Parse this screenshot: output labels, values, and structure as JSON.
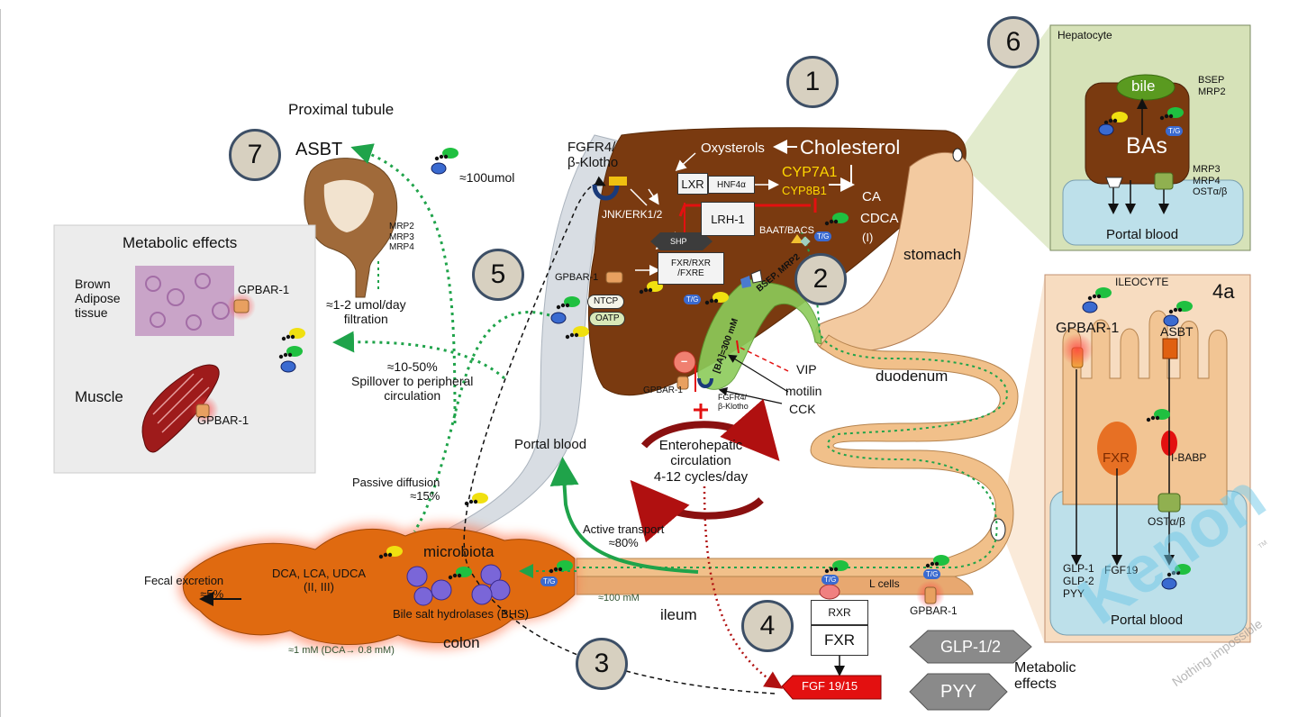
{
  "steps": [
    "1",
    "2",
    "3",
    "4",
    "5",
    "6",
    "7",
    "4a"
  ],
  "liver": {
    "oxysterols": "Oxysterols",
    "cholesterol": "Cholesterol",
    "cyp7a1": "CYP7A1",
    "cyp8b1": "CYP8B1",
    "ca": "CA",
    "cdca": "CDCA",
    "roman_i": "(I)",
    "lxr": "LXR",
    "hnf4a": "HNF4α",
    "lrh1": "LRH-1",
    "shp": "SHP",
    "fxr_rxr": "FXR/RXR\n/FXRE",
    "jnk": "JNK/ERK1/2",
    "baat": "BAAT/BACS",
    "bsep_mrp2": "BSEP, MRP2",
    "ntcp": "NTCP",
    "oatp": "OATP",
    "gpbar1": "GPBAR-1",
    "tg": "T/G",
    "fgfr4_klotho": "FGFR4/\nβ-Klotho"
  },
  "gallbladder": {
    "ba_conc": "[BA]=300 mM",
    "gpbar1": "GPBAR-1",
    "fgfr4": "FGFR4/\nβ-Klotho",
    "minus": "–"
  },
  "hormones": {
    "vip": "VIP",
    "motilin": "motilin",
    "cck": "CCK"
  },
  "organs": {
    "stomach": "stomach",
    "duodenum": "duodenum",
    "ileum": "ileum",
    "colon": "colon",
    "portal_blood": "Portal blood",
    "l_cells": "L cells",
    "ileum_conc": "≈100 mM"
  },
  "enterohepatic": "Enterohepatic\ncirculation\n4-12 cycles/day",
  "transport": {
    "active": "Active transport\n≈80%",
    "passive": "Passive diffusion\n≈15%",
    "fecal": "Fecal excretion\n≈5%"
  },
  "colon": {
    "secondary": "DCA, LCA, UDCA\n(II, III)",
    "microbiota": "microbiota",
    "bsh": "Bile salt hydrolases (BHS)",
    "conc": "≈1 mM (DCA→ 0.8 mM)"
  },
  "kidney": {
    "title": "Proximal tubule",
    "asbt": "ASBT",
    "amount": "≈100umol",
    "mrps": "MRP2\nMRP3\nMRP4",
    "filtration": "≈1-2 umol/day\nfiltration"
  },
  "spillover": "≈10-50%\nSpillover to peripheral\ncirculation",
  "metabolic_effects": {
    "title": "Metabolic effects",
    "bat": "Brown\nAdipose\ntissue",
    "gpbar1_bat": "GPBAR-1",
    "muscle": "Muscle",
    "gpbar1_muscle": "GPBAR-1"
  },
  "hepatocyte": {
    "title": "Hepatocyte",
    "bile": "bile",
    "bas": "BAs",
    "bsep_mrp2": "BSEP\nMRP2",
    "mrp34_ost": "MRP3\nMRP4\nOSTα/β",
    "portal_blood": "Portal blood",
    "tg": "T/G"
  },
  "ileocyte": {
    "title": "ILEOCYTE",
    "gpbar1": "GPBAR-1",
    "asbt": "ASBT",
    "fxr": "FXR",
    "ibabp": "I-BABP",
    "ost": "OSTα/β",
    "glp": "GLP-1\nGLP-2\nPYY",
    "fgf19": "FGF19",
    "portal_blood": "Portal blood"
  },
  "ileum_signal": {
    "rxr": "RXR",
    "fxr": "FXR",
    "fgf": "FGF 19/15",
    "gpbar1": "GPBAR-1",
    "tg": "T/G"
  },
  "hexagons": {
    "glp": "GLP-1/2",
    "pyy": "PYY",
    "metabolic": "Metabolic\neffects"
  },
  "watermark": {
    "brand": "Kenon",
    "tagline": "Nothing impossible",
    "tm": "TM"
  },
  "colors": {
    "liver": "#7a3a10",
    "colon": "#e06a10",
    "intestine": "#f1c08a",
    "stomach": "#f3caa0",
    "portal_vein": "#d8dde3",
    "arrow_green": "#1fa34a",
    "hepatocyte_bg": "#d6e2b8",
    "ileocyte_bg": "#f7dcc0",
    "blood": "#bde0ea",
    "fgf_red": "#e31010",
    "circle_fill": "#d7d0c0"
  }
}
